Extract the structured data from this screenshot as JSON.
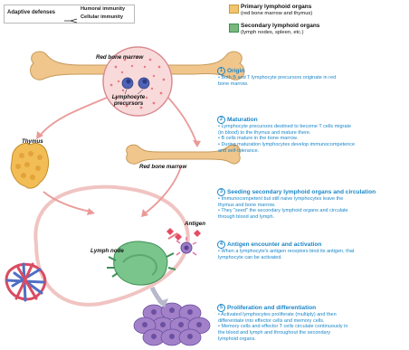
{
  "legend": {
    "title": "Adaptive defenses",
    "humoral": "Humoral immunity",
    "cellular": "Cellular immunity"
  },
  "key": {
    "primary_title": "Primary lymphoid organs",
    "primary_sub": "(red bone marrow and thymus)",
    "secondary_title": "Secondary lymphoid organs",
    "secondary_sub": "(lymph nodes, spleen, etc.)",
    "primary_color": "#f2c46d",
    "secondary_color": "#79b77f"
  },
  "labels": {
    "red_bone_marrow_top": "Red bone marrow",
    "lymphocyte_precursors": "Lymphocyte precursors",
    "thymus": "Thymus",
    "red_bone_marrow_mid": "Red bone marrow",
    "antigen": "Antigen",
    "lymph_node": "Lymph node"
  },
  "steps": [
    {
      "num": "1",
      "title": "Origin",
      "bullets": [
        "• Both B and T lymphocyte precursors originate in red",
        "  bone marrow."
      ]
    },
    {
      "num": "2",
      "title": "Maturation",
      "bullets": [
        "• Lymphocyte precursors destined to become T cells migrate",
        "  (in blood) to the thymus and mature there.",
        "• B cells mature in the bone marrow.",
        "• During maturation lymphocytes develop immunocompetence",
        "  and self-tolerance."
      ]
    },
    {
      "num": "3",
      "title": "Seeding secondary lymphoid organs and circulation",
      "bullets": [
        "• Immunocompetent but still naive lymphocytes leave the",
        "  thymus and bone marrow.",
        "• They \"seed\" the secondary lymphoid organs and circulate",
        "  through blood and lymph."
      ]
    },
    {
      "num": "4",
      "title": "Antigen encounter and activation",
      "bullets": [
        "• When a lymphocyte's antigen receptors bind its antigen, that",
        "  lymphocyte can be activated."
      ]
    },
    {
      "num": "5",
      "title": "Proliferation and differentiation",
      "bullets": [
        "• Activated lymphocytes proliferate (multiply) and then",
        "  differentiate into effector cells and memory cells.",
        "• Memory cells and effector T cells circulate continuously in",
        "  the blood and lymph and throughout the secondary",
        "  lymphoid organs."
      ]
    }
  ]
}
